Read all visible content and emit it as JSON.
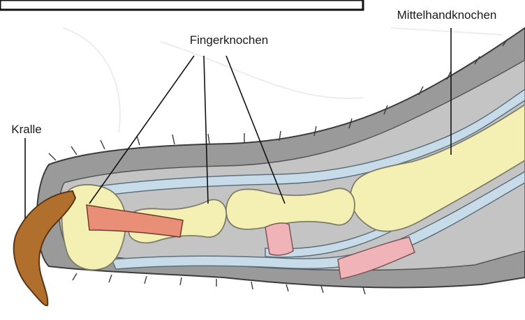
{
  "labels": {
    "finger_bones": "Fingerknochen",
    "metacarpal": "Mittelhandknochen",
    "claw": "Kralle"
  },
  "colors": {
    "background": "#ffffff",
    "skin": "#9a9a9a",
    "flesh": "#c4c4c4",
    "bone": "#f4f0b4",
    "bone_outline": "#7d7d6a",
    "tendon": "#c7dbe9",
    "tendon_outline": "#5e6f7c",
    "ligament": "#e98f78",
    "cartilage_pad": "#f0b4b8",
    "claw": "#b06f2c",
    "claw_outline": "#5a3614",
    "leader_line": "#111111"
  }
}
